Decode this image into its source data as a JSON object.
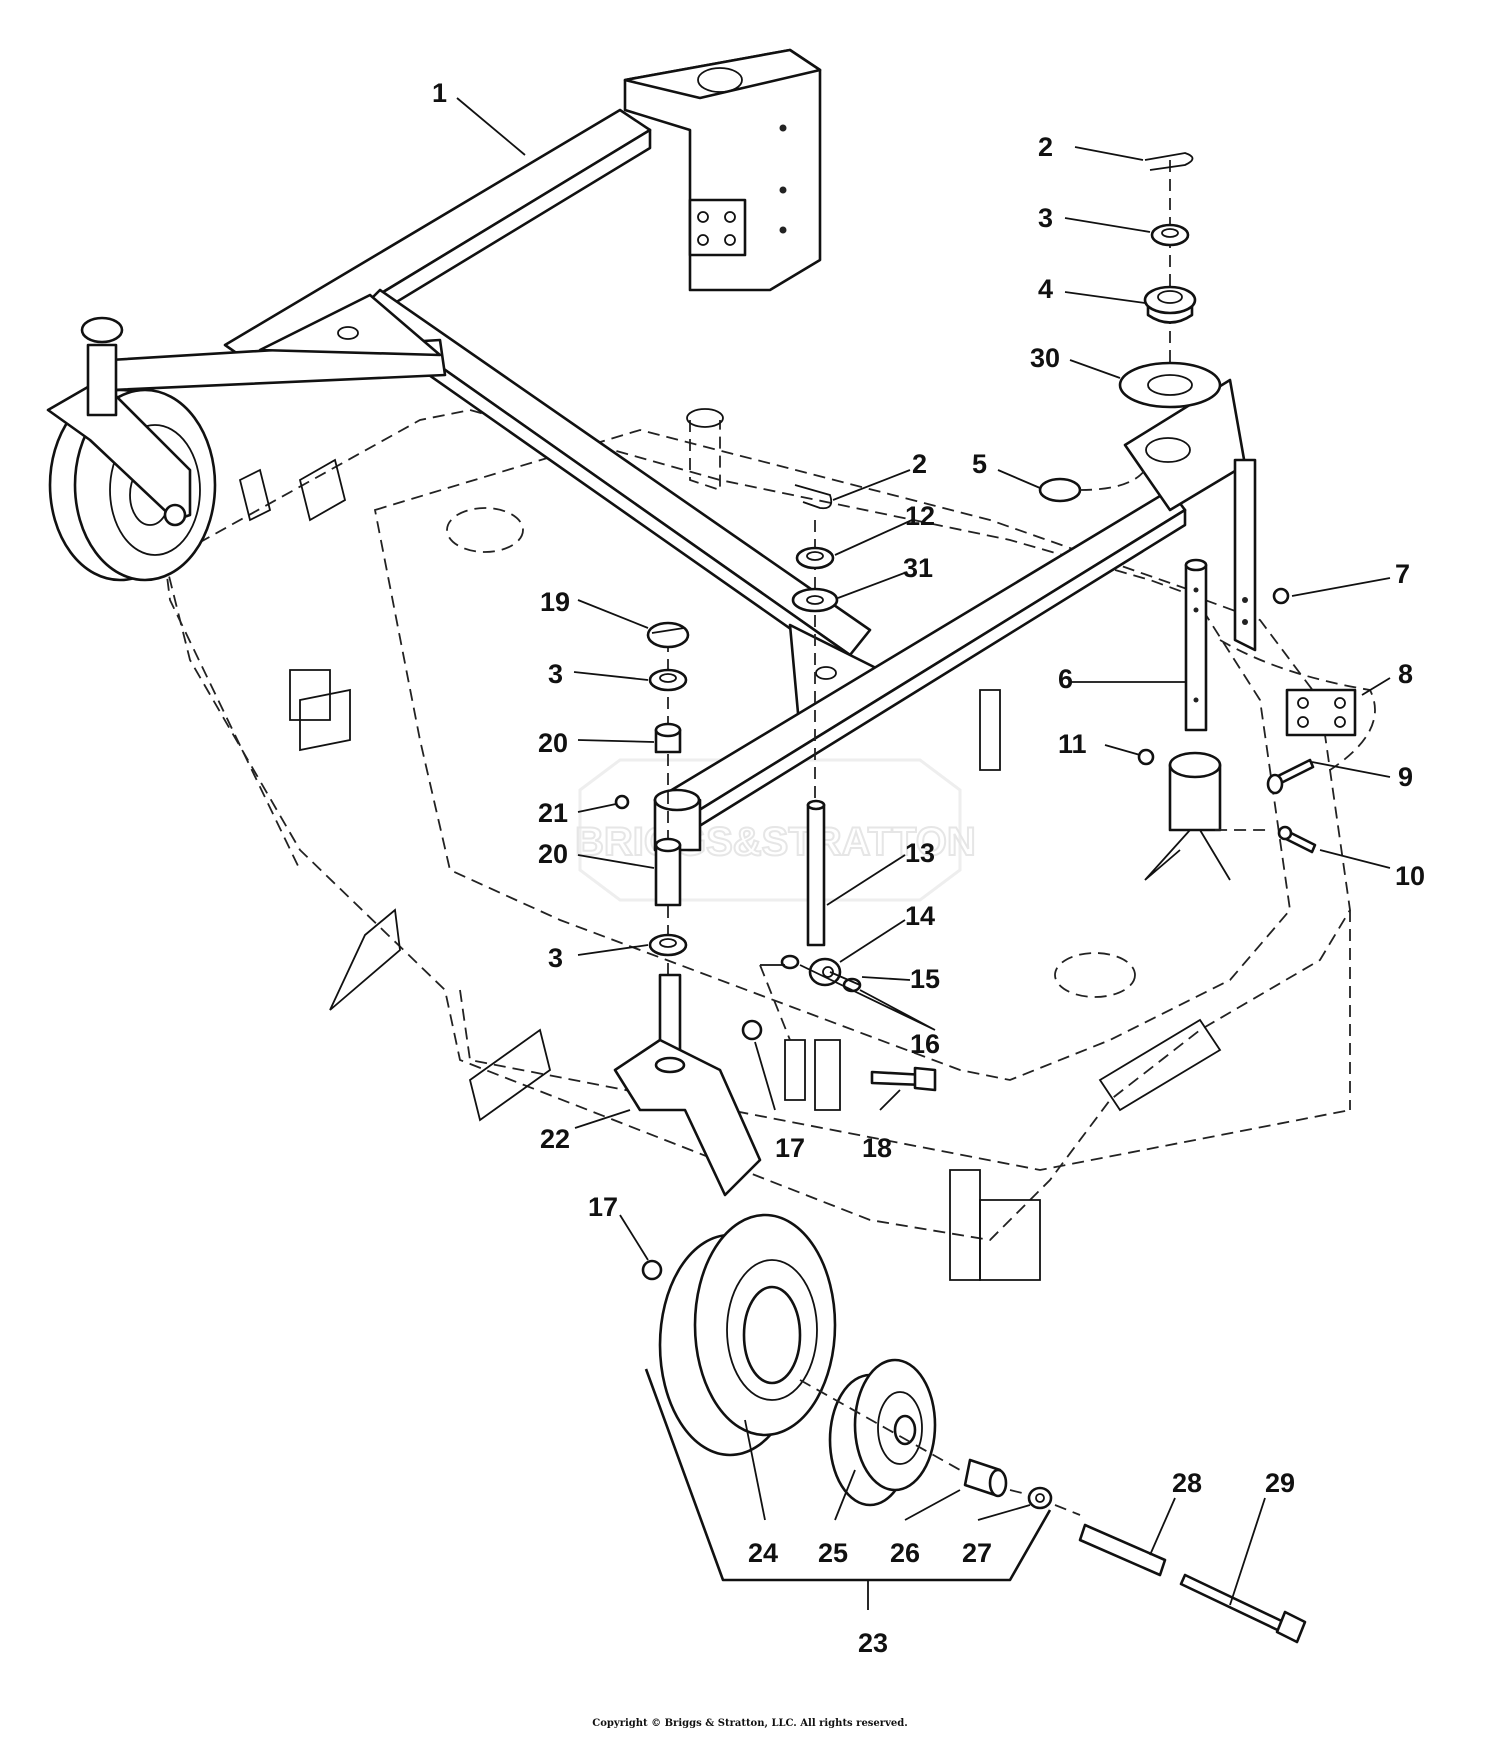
{
  "labels": [
    {
      "id": "1",
      "text": "1"
    },
    {
      "id": "2a",
      "text": "2"
    },
    {
      "id": "3a",
      "text": "3"
    },
    {
      "id": "4",
      "text": "4"
    },
    {
      "id": "30",
      "text": "30"
    },
    {
      "id": "5",
      "text": "5"
    },
    {
      "id": "2b",
      "text": "2"
    },
    {
      "id": "12",
      "text": "12"
    },
    {
      "id": "31",
      "text": "31"
    },
    {
      "id": "7",
      "text": "7"
    },
    {
      "id": "19",
      "text": "19"
    },
    {
      "id": "3b",
      "text": "3"
    },
    {
      "id": "6",
      "text": "6"
    },
    {
      "id": "8",
      "text": "8"
    },
    {
      "id": "20a",
      "text": "20"
    },
    {
      "id": "11",
      "text": "11"
    },
    {
      "id": "9",
      "text": "9"
    },
    {
      "id": "21",
      "text": "21"
    },
    {
      "id": "13",
      "text": "13"
    },
    {
      "id": "10",
      "text": "10"
    },
    {
      "id": "20b",
      "text": "20"
    },
    {
      "id": "14",
      "text": "14"
    },
    {
      "id": "3c",
      "text": "3"
    },
    {
      "id": "15",
      "text": "15"
    },
    {
      "id": "16",
      "text": "16"
    },
    {
      "id": "22",
      "text": "22"
    },
    {
      "id": "17a",
      "text": "17"
    },
    {
      "id": "18",
      "text": "18"
    },
    {
      "id": "17b",
      "text": "17"
    },
    {
      "id": "28",
      "text": "28"
    },
    {
      "id": "29",
      "text": "29"
    },
    {
      "id": "24",
      "text": "24"
    },
    {
      "id": "25",
      "text": "25"
    },
    {
      "id": "26",
      "text": "26"
    },
    {
      "id": "27",
      "text": "27"
    },
    {
      "id": "23",
      "text": "23"
    }
  ],
  "watermark": "BRIGGS&STRATTON",
  "copyright": "Copyright © Briggs & Stratton, LLC. All rights reserved."
}
